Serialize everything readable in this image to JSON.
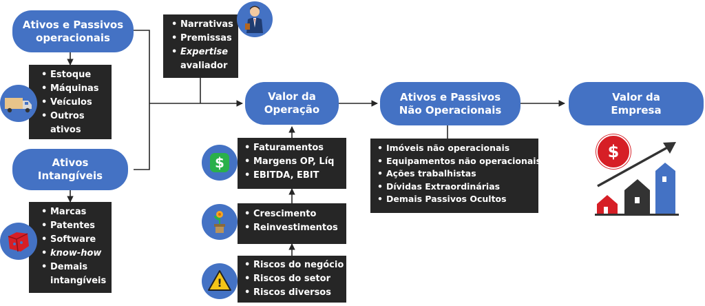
{
  "nodes": {
    "ativos_passivos_op": [
      "Ativos e Passivos",
      "operacionais"
    ],
    "ativos_intangiveis": [
      "Ativos",
      "Intangíveis"
    ],
    "valor_operacao": [
      "Valor da",
      "Operação"
    ],
    "ativos_passivos_nao_op": [
      "Ativos e Passivos",
      "Não Operacionais"
    ],
    "valor_empresa": [
      "Valor da",
      "Empresa"
    ]
  },
  "lists": {
    "operacionais": [
      "Estoque",
      "Máquinas",
      "Veículos",
      "Outros ativos"
    ],
    "intangiveis": [
      "Marcas",
      "Patentes",
      "Software",
      "know-how",
      "Demais intangíveis"
    ],
    "avaliador": [
      "Narrativas",
      "Premissas",
      "Expertise avaliador"
    ],
    "faturamentos": [
      "Faturamentos",
      "Margens OP, Líq",
      "EBITDA, EBIT"
    ],
    "crescimento": [
      "Crescimento",
      "Reinvestimentos"
    ],
    "riscos": [
      "Riscos do negócio",
      "Riscos do setor",
      "Riscos diversos"
    ],
    "nao_operacionais": [
      "Imóveis não operacionais",
      "Equipamentos não operacionais",
      "Ações trabalhistas",
      "Dívidas Extraordinárias",
      "Demais Passivos Ocultos"
    ]
  },
  "icons": {
    "money": "$",
    "warning": "!"
  },
  "colors": {
    "pill": "#4472c4",
    "box": "#262626",
    "money_green": "#2ab04a",
    "dollar_red": "#d61f26",
    "arrow": "#262626"
  }
}
